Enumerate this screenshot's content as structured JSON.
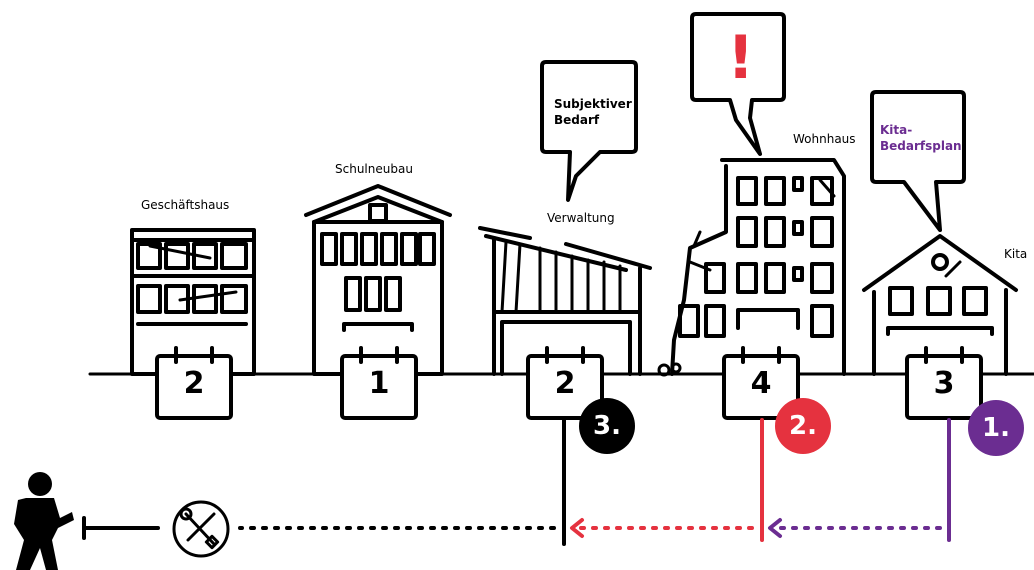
{
  "buildings": [
    {
      "label": "Geschäftshaus",
      "count": "2"
    },
    {
      "label": "Schulneubau",
      "count": "1"
    },
    {
      "label": "Verwaltung",
      "count": "2"
    },
    {
      "label": "Wohnhaus",
      "count": "4"
    },
    {
      "label": "Kita",
      "count": "3"
    }
  ],
  "bubbles": {
    "verwaltung_line1": "Subjektiver",
    "verwaltung_line2": "Bedarf",
    "wohnhaus": "!",
    "kita_line1": "Kita-",
    "kita_line2": "Bedarfsplan"
  },
  "priorities": [
    {
      "label": "1.",
      "color": "#6b2d91"
    },
    {
      "label": "2.",
      "color": "#e5323f"
    },
    {
      "label": "3.",
      "color": "#000000"
    }
  ],
  "icons": {
    "person": "walking-person-icon",
    "tools": "wrench-screwdriver-icon"
  }
}
